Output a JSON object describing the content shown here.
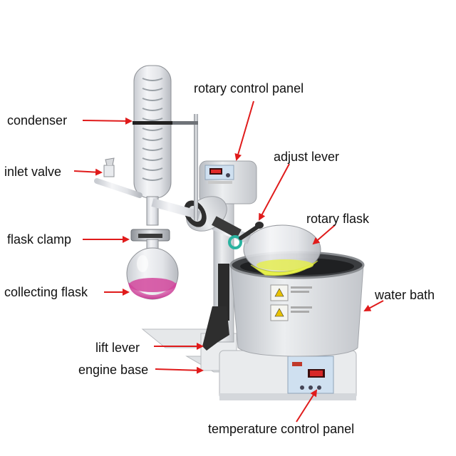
{
  "labels": {
    "condenser": "condenser",
    "rotary_control_panel": "rotary control panel",
    "adjust_lever": "adjust lever",
    "inlet_valve": "inlet valve",
    "rotary_flask": "rotary flask",
    "flask_clamp": "flask clamp",
    "collecting_flask": "collecting flask",
    "water_bath": "water bath",
    "lift_lever": "lift lever",
    "engine_base": "engine base",
    "temperature_control_panel": "temperature control panel"
  },
  "colors": {
    "arrow": "#e01b1b",
    "liquid_pink": "#d2469c",
    "liquid_yellow": "#e6ef4a",
    "lever_green": "#2ab3a0",
    "display_red": "#ff3030",
    "panel_blue": "#cfe0f0"
  }
}
